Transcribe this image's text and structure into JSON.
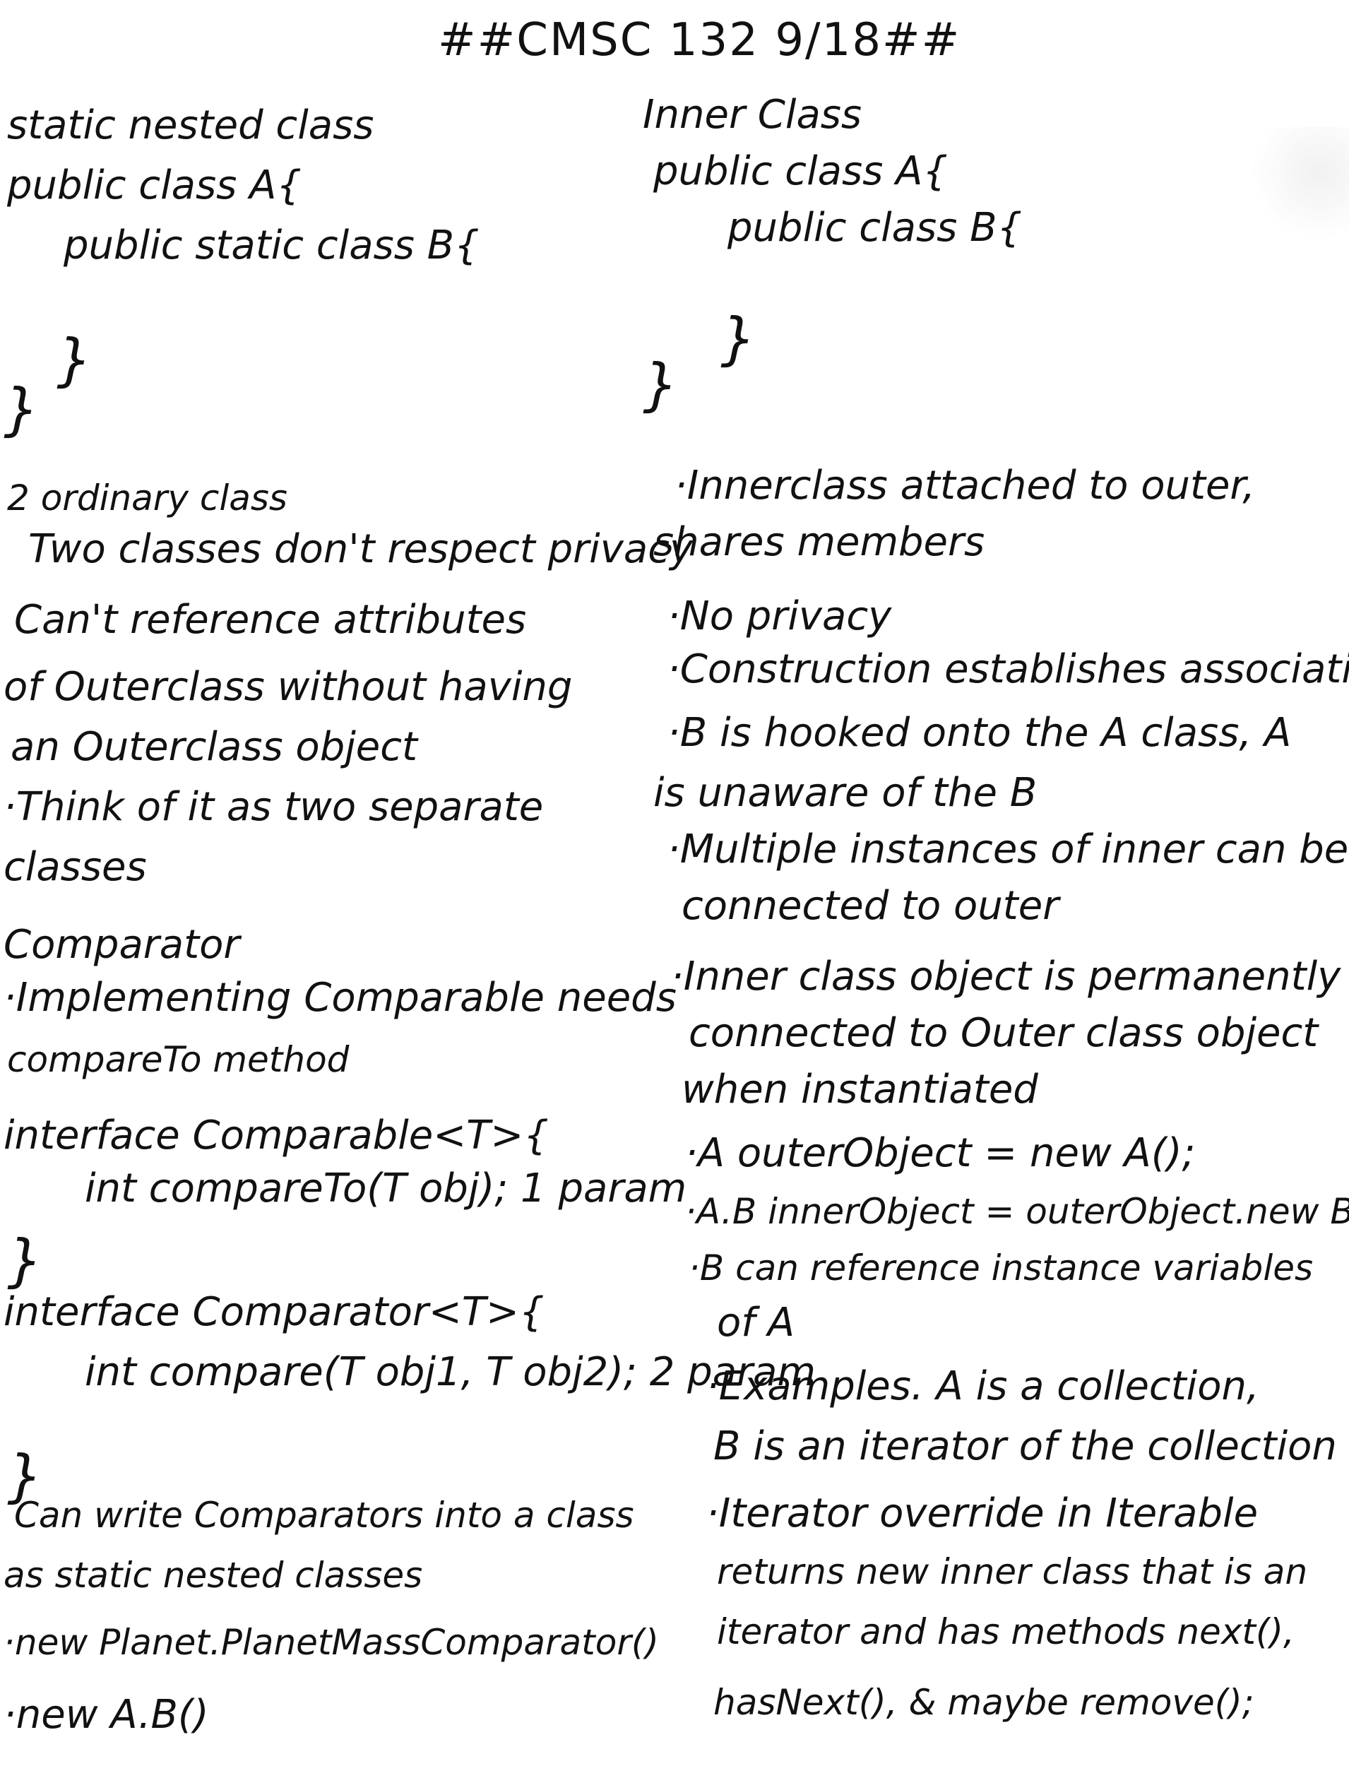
{
  "header": {
    "title": "##CMSC 132 9/18##"
  },
  "left": {
    "lines": [
      "static nested class",
      "public class A{",
      "public static class B{",
      "}",
      "}",
      "2 ordinary class",
      "Two classes don't respect privacy",
      "Can't reference attributes",
      "of Outerclass without having",
      "an Outerclass object",
      "·Think of it as two separate",
      "classes",
      "Comparator",
      "·Implementing Comparable needs",
      "compareTo method",
      "interface Comparable<T>{",
      "int compareTo(T obj); 1 param",
      "}",
      "interface Comparator<T>{",
      "int compare(T obj1, T obj2); 2 param",
      "}",
      "Can write Comparators into a class",
      "as static nested classes",
      "·new Planet.PlanetMassComparator()",
      "·new A.B()"
    ]
  },
  "right": {
    "lines": [
      "Inner Class",
      "public class A{",
      "public class B{",
      "}",
      "}",
      "·Innerclass attached to outer,",
      "shares members",
      "·No privacy",
      "·Construction establishes association",
      "·B is hooked onto the A class, A",
      "is unaware of the B",
      "·Multiple instances of inner can be",
      "connected to outer",
      "·Inner class object is permanently",
      "connected to Outer class object",
      "when instantiated",
      "·A outerObject = new A();",
      "·A.B innerObject = outerObject.new B()",
      "·B can reference instance variables",
      "of A",
      "·Examples. A is a collection,",
      "B is an iterator of the collection",
      "·Iterator override in Iterable",
      "returns new inner class that is an",
      "iterator and has methods next(),",
      "hasNext(), & maybe remove();"
    ]
  }
}
